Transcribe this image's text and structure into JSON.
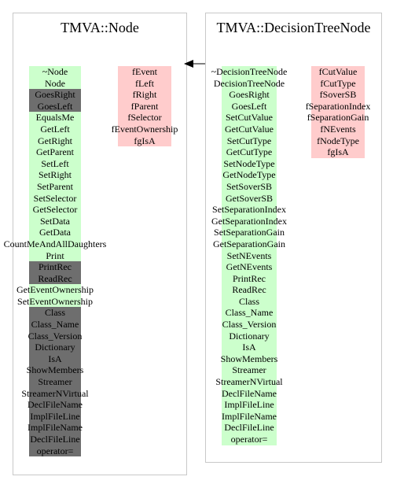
{
  "node": {
    "title": "TMVA::Node",
    "methods": [
      {
        "label": "~Node",
        "kind": "public"
      },
      {
        "label": "Node",
        "kind": "public"
      },
      {
        "label": "GoesRight",
        "kind": "protected"
      },
      {
        "label": "GoesLeft",
        "kind": "protected"
      },
      {
        "label": "EqualsMe",
        "kind": "public"
      },
      {
        "label": "GetLeft",
        "kind": "public"
      },
      {
        "label": "GetRight",
        "kind": "public"
      },
      {
        "label": "GetParent",
        "kind": "public"
      },
      {
        "label": "SetLeft",
        "kind": "public"
      },
      {
        "label": "SetRight",
        "kind": "public"
      },
      {
        "label": "SetParent",
        "kind": "public"
      },
      {
        "label": "SetSelector",
        "kind": "public"
      },
      {
        "label": "GetSelector",
        "kind": "public"
      },
      {
        "label": "SetData",
        "kind": "public"
      },
      {
        "label": "GetData",
        "kind": "public"
      },
      {
        "label": "CountMeAndAllDaughters",
        "kind": "public"
      },
      {
        "label": "Print",
        "kind": "public"
      },
      {
        "label": "PrintRec",
        "kind": "protected"
      },
      {
        "label": "ReadRec",
        "kind": "protected"
      },
      {
        "label": "GetEventOwnership",
        "kind": "public"
      },
      {
        "label": "SetEventOwnership",
        "kind": "public"
      },
      {
        "label": "Class",
        "kind": "protected"
      },
      {
        "label": "Class_Name",
        "kind": "protected"
      },
      {
        "label": "Class_Version",
        "kind": "protected"
      },
      {
        "label": "Dictionary",
        "kind": "protected"
      },
      {
        "label": "IsA",
        "kind": "protected"
      },
      {
        "label": "ShowMembers",
        "kind": "protected"
      },
      {
        "label": "Streamer",
        "kind": "protected"
      },
      {
        "label": "StreamerNVirtual",
        "kind": "protected"
      },
      {
        "label": "DeclFileName",
        "kind": "protected"
      },
      {
        "label": "ImplFileLine",
        "kind": "protected"
      },
      {
        "label": "ImplFileName",
        "kind": "protected"
      },
      {
        "label": "DeclFileLine",
        "kind": "protected"
      },
      {
        "label": "operator=",
        "kind": "protected"
      }
    ],
    "members": [
      "fEvent",
      "fLeft",
      "fRight",
      "fParent",
      "fSelector",
      "fEventOwnership",
      "fgIsA"
    ]
  },
  "decision_tree_node": {
    "title": "TMVA::DecisionTreeNode",
    "methods": [
      "~DecisionTreeNode",
      "DecisionTreeNode",
      "GoesRight",
      "GoesLeft",
      "SetCutValue",
      "GetCutValue",
      "SetCutType",
      "GetCutType",
      "SetNodeType",
      "GetNodeType",
      "SetSoverSB",
      "GetSoverSB",
      "SetSeparationIndex",
      "GetSeparationIndex",
      "SetSeparationGain",
      "GetSeparationGain",
      "SetNEvents",
      "GetNEvents",
      "PrintRec",
      "ReadRec",
      "Class",
      "Class_Name",
      "Class_Version",
      "Dictionary",
      "IsA",
      "ShowMembers",
      "Streamer",
      "StreamerNVirtual",
      "DeclFileName",
      "ImplFileLine",
      "ImplFileName",
      "DeclFileLine",
      "operator="
    ],
    "members": [
      "fCutValue",
      "fCutType",
      "fSoverSB",
      "fSeparationIndex",
      "fSeparationGain",
      "fNEvents",
      "fNodeType",
      "fgIsA"
    ]
  },
  "colors": {
    "public": "#ccffcc",
    "protected": "#6e6e6e",
    "member": "#ffcccc",
    "border": "#c8c8c8"
  }
}
